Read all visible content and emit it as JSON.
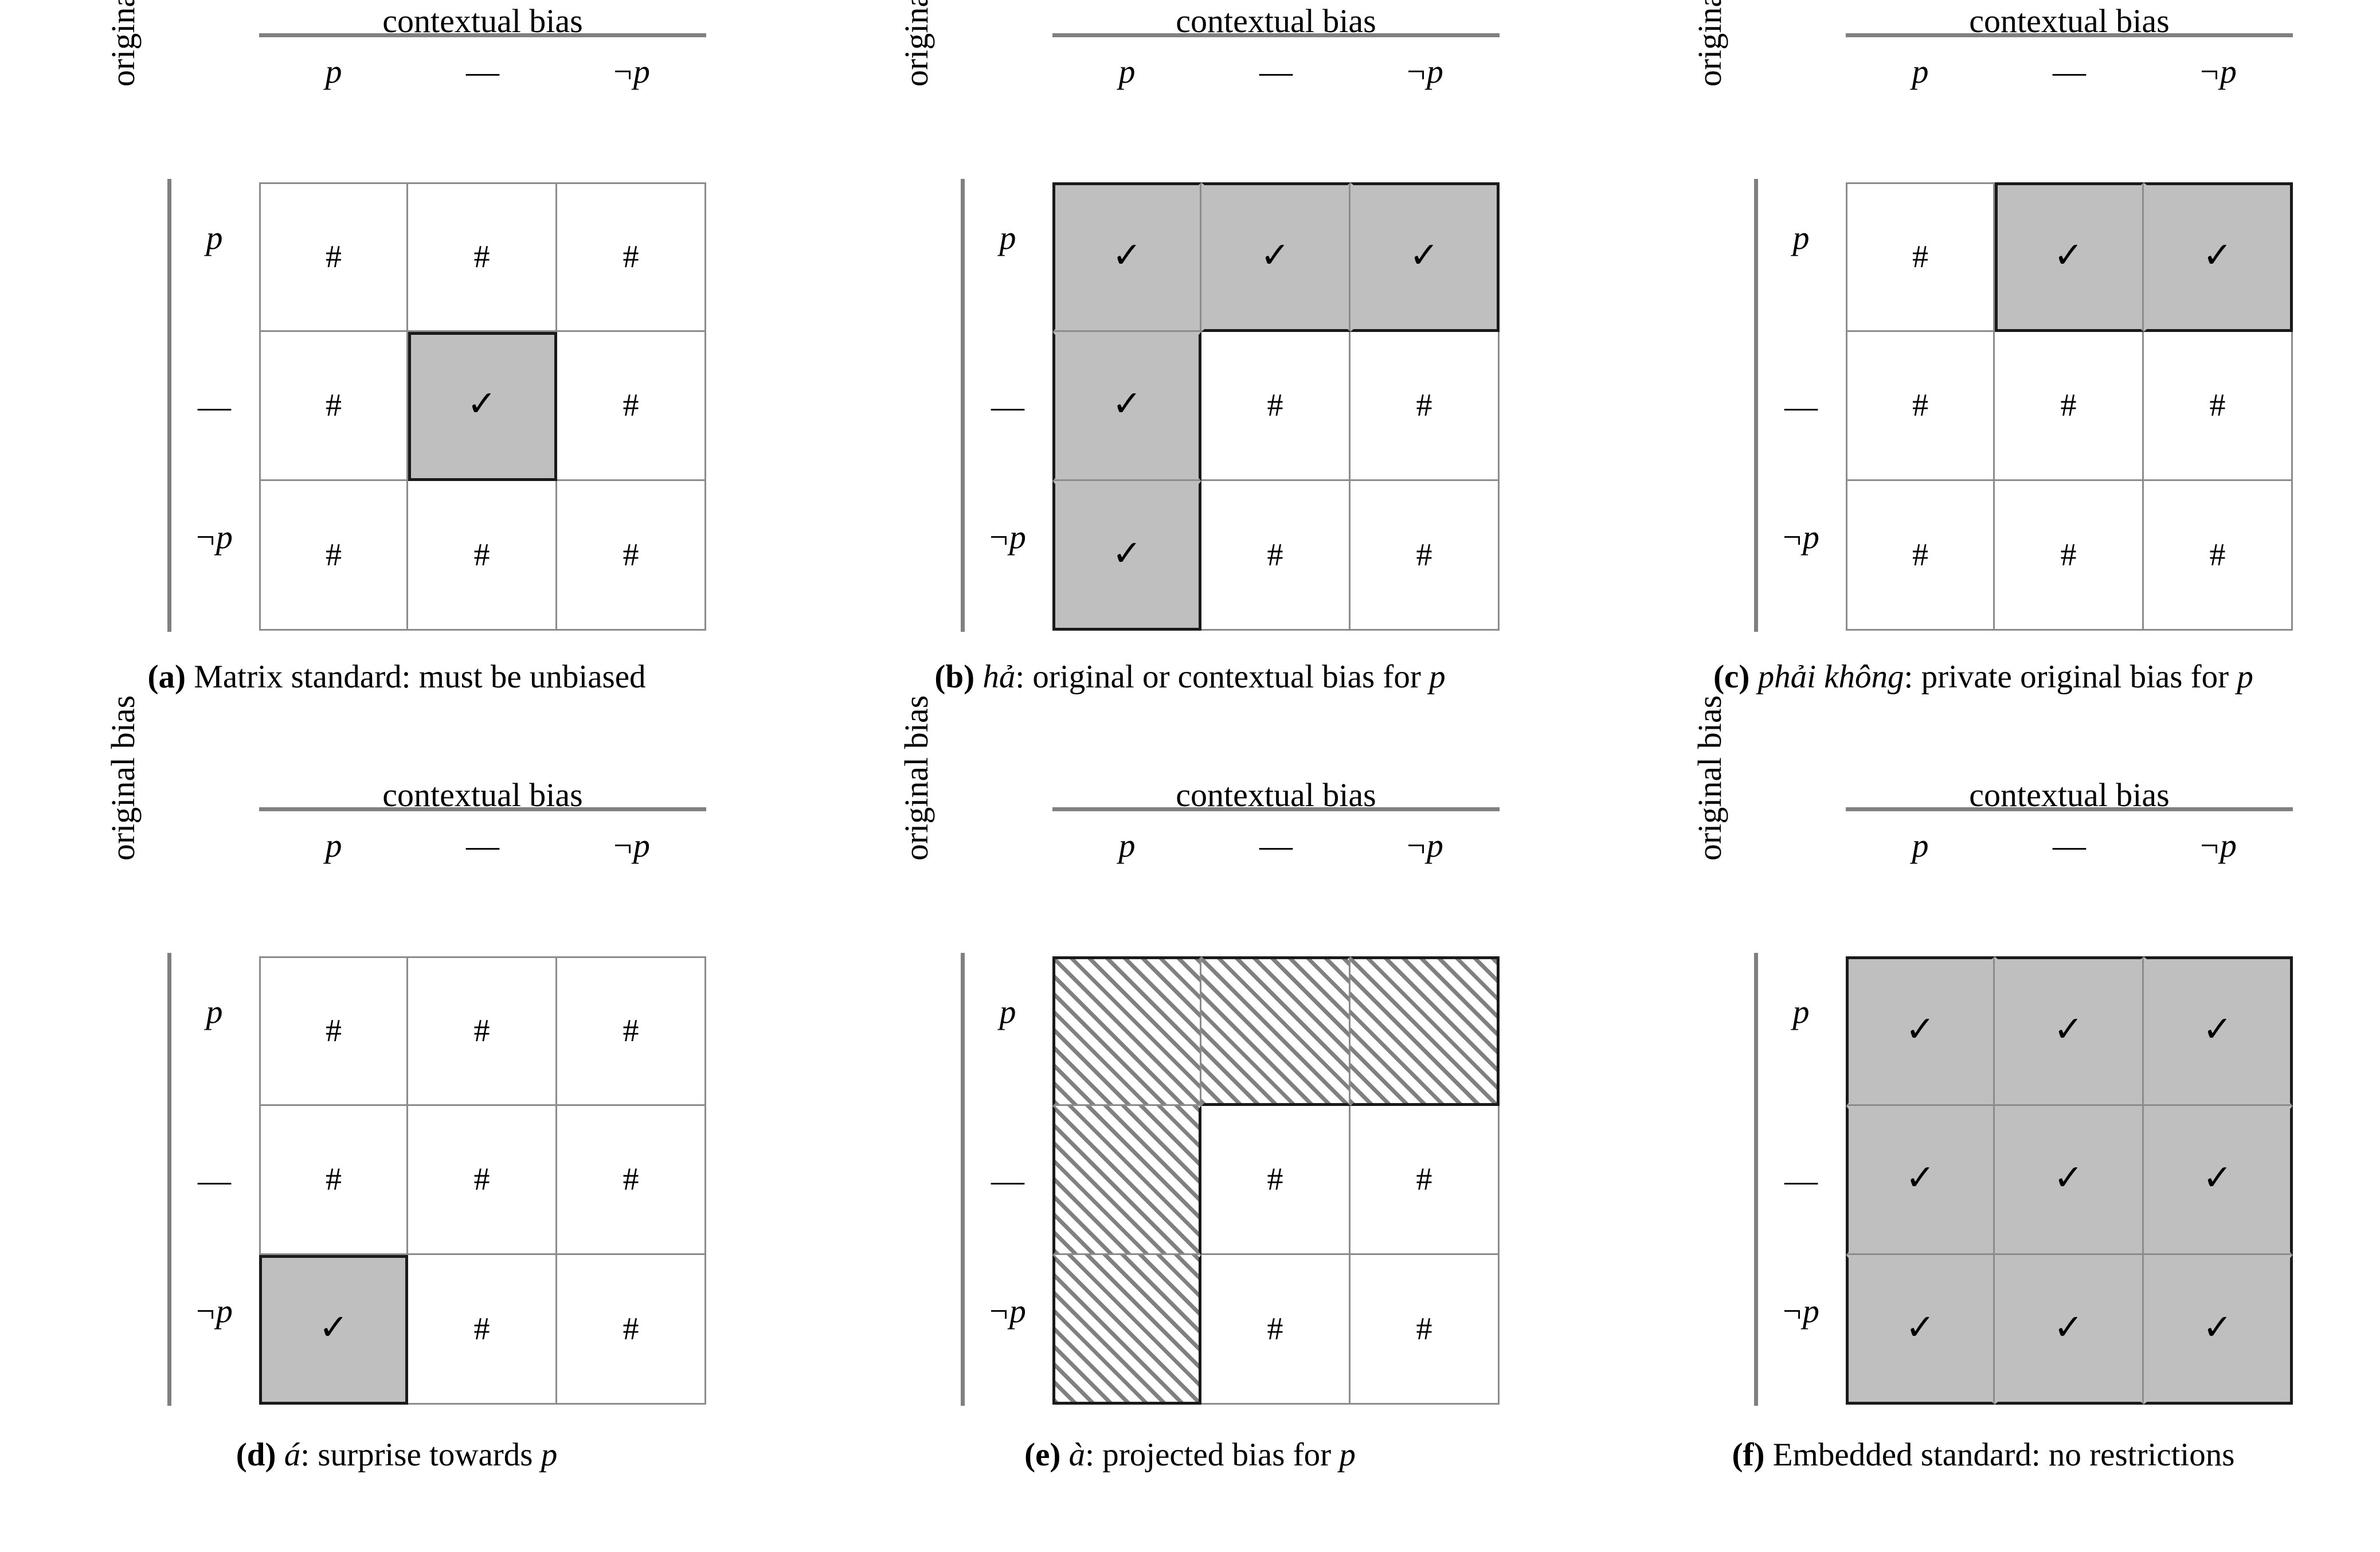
{
  "figure": {
    "column_group_label": "contextual bias",
    "row_group_label": "original bias",
    "column_headers": [
      "p",
      "—",
      "¬p"
    ],
    "row_headers": [
      "p",
      "—",
      "¬p"
    ],
    "mark_check": "✓",
    "mark_hash": "#",
    "colors": {
      "shaded_fill": "#bfbfbf",
      "hatch_stroke": "#808080",
      "grid_line": "#8c8c8c",
      "region_outline": "#1a1a1a",
      "rule": "#808080",
      "text": "#000000",
      "background": "#ffffff"
    }
  },
  "panels": [
    {
      "id": "a",
      "tag": "(a)",
      "caption_italic": "",
      "caption_text": " Matrix standard: must be unbiased",
      "caption_full": "(a) Matrix standard: must be unbiased",
      "fill_style": "solid",
      "cells": [
        [
          "#",
          "#",
          "#"
        ],
        [
          "#",
          "✓",
          "#"
        ],
        [
          "#",
          "#",
          "#"
        ]
      ],
      "shaded": [
        [
          false,
          false,
          false
        ],
        [
          false,
          true,
          false
        ],
        [
          false,
          false,
          false
        ]
      ]
    },
    {
      "id": "b",
      "tag": "(b)",
      "caption_italic": "hả",
      "caption_text": ": original or contextual bias for ",
      "caption_math": "p",
      "caption_full": "(b) hả: original or contextual bias for p",
      "fill_style": "solid",
      "cells": [
        [
          "✓",
          "✓",
          "✓"
        ],
        [
          "✓",
          "#",
          "#"
        ],
        [
          "✓",
          "#",
          "#"
        ]
      ],
      "shaded": [
        [
          true,
          true,
          true
        ],
        [
          true,
          false,
          false
        ],
        [
          true,
          false,
          false
        ]
      ]
    },
    {
      "id": "c",
      "tag": "(c)",
      "caption_italic": "phải không",
      "caption_text": ": private original bias for ",
      "caption_math": "p",
      "caption_full": "(c) phải không: private original bias for p",
      "fill_style": "solid",
      "cells": [
        [
          "#",
          "✓",
          "✓"
        ],
        [
          "#",
          "#",
          "#"
        ],
        [
          "#",
          "#",
          "#"
        ]
      ],
      "shaded": [
        [
          false,
          true,
          true
        ],
        [
          false,
          false,
          false
        ],
        [
          false,
          false,
          false
        ]
      ]
    },
    {
      "id": "d",
      "tag": "(d)",
      "caption_italic": "á",
      "caption_text": ": surprise towards ",
      "caption_math": "p",
      "caption_full": "(d) á: surprise towards p",
      "fill_style": "solid",
      "cells": [
        [
          "#",
          "#",
          "#"
        ],
        [
          "#",
          "#",
          "#"
        ],
        [
          "✓",
          "#",
          "#"
        ]
      ],
      "shaded": [
        [
          false,
          false,
          false
        ],
        [
          false,
          false,
          false
        ],
        [
          true,
          false,
          false
        ]
      ]
    },
    {
      "id": "e",
      "tag": "(e)",
      "caption_italic": "à",
      "caption_text": ": projected bias for ",
      "caption_math": "p",
      "caption_full": "(e) à: projected bias for p",
      "fill_style": "hatched",
      "cells": [
        [
          "",
          "",
          ""
        ],
        [
          "",
          "#",
          "#"
        ],
        [
          "",
          "#",
          "#"
        ]
      ],
      "shaded": [
        [
          true,
          true,
          true
        ],
        [
          true,
          false,
          false
        ],
        [
          true,
          false,
          false
        ]
      ]
    },
    {
      "id": "f",
      "tag": "(f)",
      "caption_italic": "",
      "caption_text": " Embedded standard: no restrictions",
      "caption_full": "(f) Embedded standard: no restrictions",
      "fill_style": "solid",
      "cells": [
        [
          "✓",
          "✓",
          "✓"
        ],
        [
          "✓",
          "✓",
          "✓"
        ],
        [
          "✓",
          "✓",
          "✓"
        ]
      ],
      "shaded": [
        [
          true,
          true,
          true
        ],
        [
          true,
          true,
          true
        ],
        [
          true,
          true,
          true
        ]
      ]
    }
  ]
}
